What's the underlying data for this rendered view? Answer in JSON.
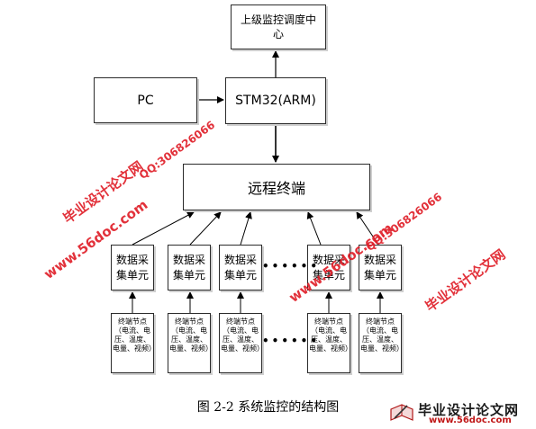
{
  "diagram": {
    "top_box": "上级监控调度中心",
    "pc_box": "PC",
    "mcu_box": "STM32(ARM)",
    "remote_box": "远程终端",
    "unit_label": "数据采集单元",
    "node_label": "终端节点（电流、电压、温度、电量、视频）",
    "ellipsis": "••••••",
    "caption": "图 2-2  系统监控的结构图"
  },
  "watermark": {
    "site_cn": "毕业设计论文网",
    "site_url": "www.56doc.com",
    "qq": "QQ:306826066",
    "accent_color": "#e0202a"
  },
  "logo": {
    "name": "毕业设计论文网",
    "url": "www.56doc.com",
    "icon": "book-pen-icon"
  }
}
